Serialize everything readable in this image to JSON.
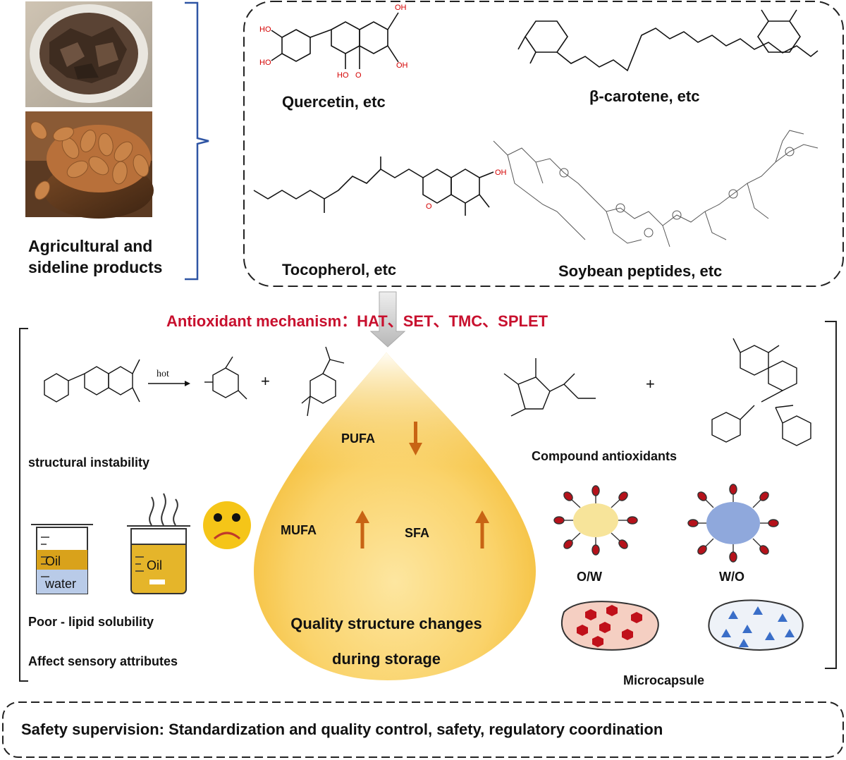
{
  "sources": {
    "label_line1": "Agricultural and",
    "label_line2": "sideline products"
  },
  "compounds": {
    "quercetin": "Quercetin, etc",
    "carotene": "β-carotene, etc",
    "tocopherol": "Tocopherol, etc",
    "soybean": "Soybean peptides, etc"
  },
  "mechanism": {
    "text": "Antioxidant mechanism：HAT、SET、TMC、SPLET"
  },
  "reaction": {
    "arrow_label": "hot",
    "plus": "+"
  },
  "chem_labels": {
    "oh": "OH",
    "ho": "HO",
    "o": "O"
  },
  "drop": {
    "pufa": "PUFA",
    "mufa": "MUFA",
    "sfa": "SFA",
    "title_line1": "Quality structure changes",
    "title_line2": "during storage"
  },
  "issues": {
    "structural": "structural instability",
    "solubility": "Poor - lipid solubility",
    "sensory": "Affect sensory attributes",
    "oil": "Oil",
    "water": "water"
  },
  "solutions": {
    "compound": "Compound antioxidants",
    "plus": "+",
    "ow": "O/W",
    "wo": "W/O",
    "microcapsule": "Microcapsule"
  },
  "footer": {
    "text": "Safety supervision: Standardization and quality control, safety, regulatory coordination"
  },
  "colors": {
    "accent_red": "#c8102e",
    "brace_blue": "#2f55a4",
    "drop_yellow": "#f5c242",
    "arrow_orange": "#c86414",
    "capsule_yellow": "#f7e49a",
    "capsule_blue": "#8fa8dc",
    "molecule_red": "#d40000"
  }
}
